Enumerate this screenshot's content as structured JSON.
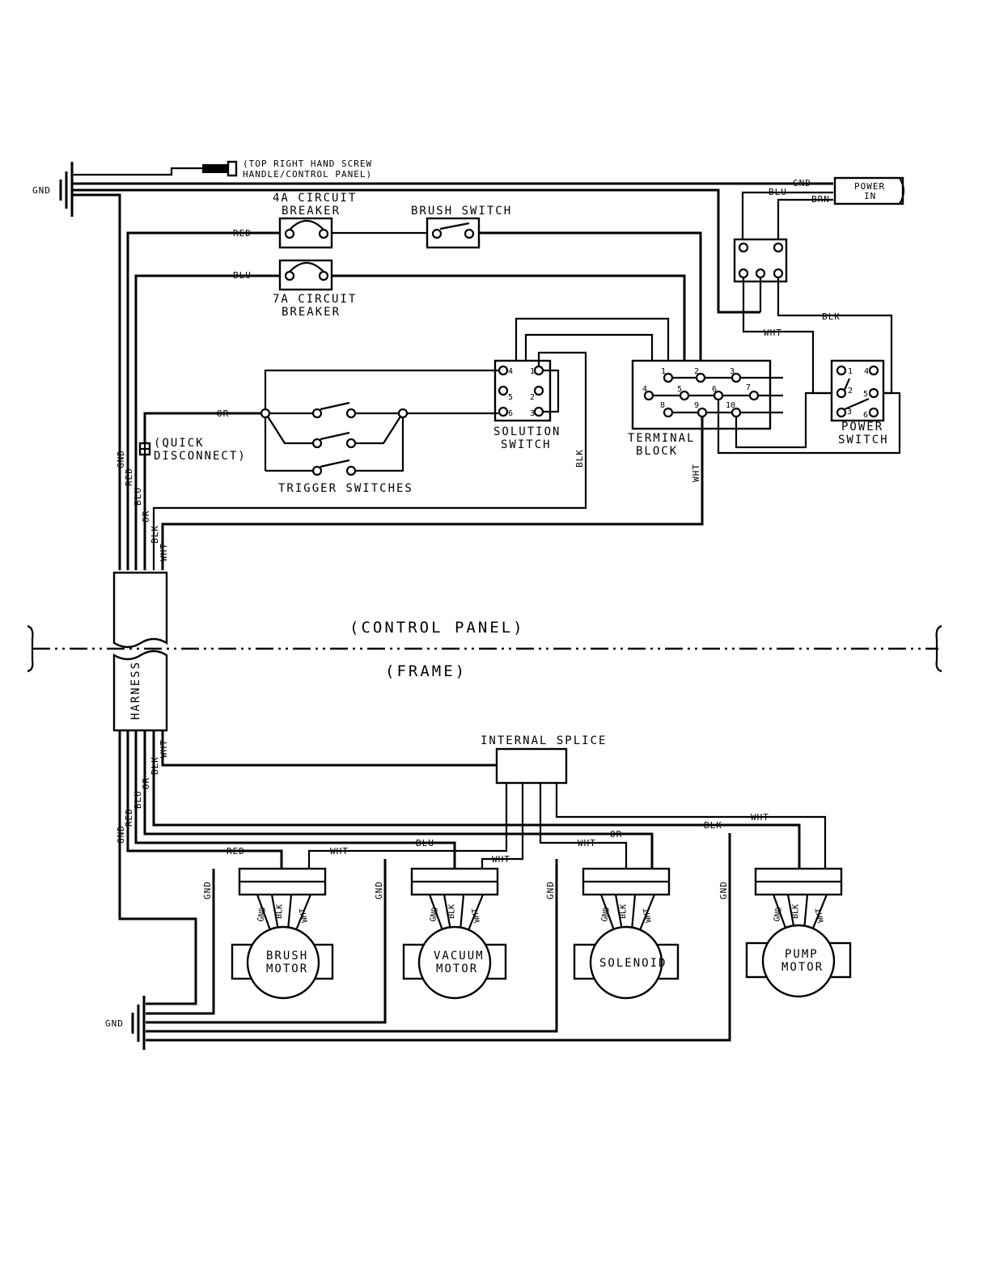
{
  "labels": {
    "gnd_top": "GND",
    "screw_line1": "(TOP RIGHT HAND SCREW",
    "screw_line2": "HANDLE/CONTROL PANEL)",
    "breaker4_line1": "4A CIRCUIT",
    "breaker4_line2": "BREAKER",
    "brush_switch": "BRUSH SWITCH",
    "breaker7_line1": "7A CIRCUIT",
    "breaker7_line2": "BREAKER",
    "power_in_line1": "POWER",
    "power_in_line2": "IN",
    "solution_line1": "SOLUTION",
    "solution_line2": "SWITCH",
    "terminal_line1": "TERMINAL",
    "terminal_line2": "BLOCK",
    "power_sw_line1": "POWER",
    "power_sw_line2": "SWITCH",
    "quick_line1": "(QUICK",
    "quick_line2": "DISCONNECT)",
    "trigger": "TRIGGER SWITCHES",
    "control_panel": "(CONTROL PANEL)",
    "frame": "(FRAME)",
    "harness": "HARNESS",
    "internal_splice": "INTERNAL SPLICE",
    "brush_motor_line1": "BRUSH",
    "brush_motor_line2": "MOTOR",
    "vacuum_motor_line1": "VACUUM",
    "vacuum_motor_line2": "MOTOR",
    "solenoid": "SOLENOID",
    "pump_motor_line1": "PUMP",
    "pump_motor_line2": "MOTOR",
    "gnd_bottom": "GND"
  },
  "wire_colors": {
    "gnd": "GND",
    "red": "RED",
    "blu": "BLU",
    "or": "OR",
    "blk": "BLK",
    "wht": "WHT",
    "brn": "BRN"
  },
  "solution_terminals": [
    "4",
    "1",
    "5",
    "2",
    "6",
    "3"
  ],
  "power_terminals": [
    "1",
    "4",
    "2",
    "5",
    "3",
    "6"
  ],
  "terminal_block_numbers": [
    "1",
    "2",
    "3",
    "4",
    "5",
    "6",
    "7",
    "8",
    "9",
    "10"
  ]
}
